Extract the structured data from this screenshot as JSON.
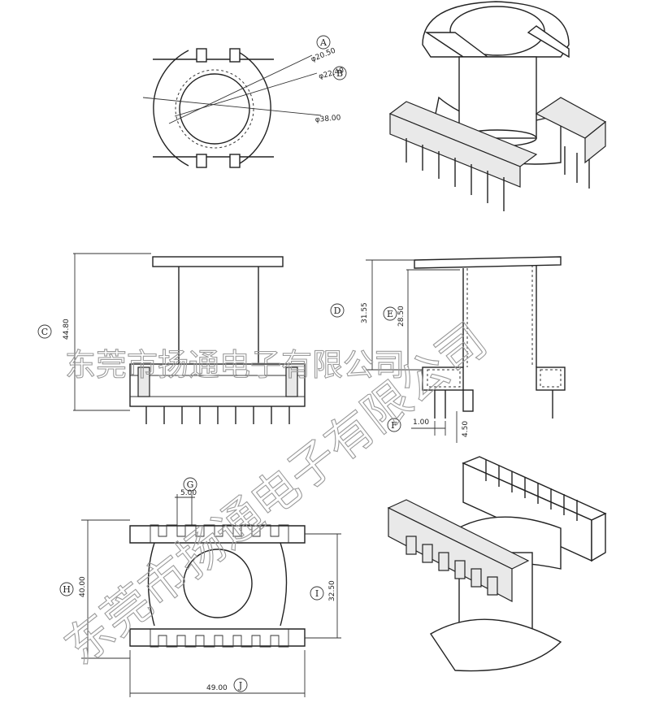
{
  "top_view": {
    "callouts": [
      {
        "letter": "A",
        "value": "φ20.50"
      },
      {
        "letter": "B",
        "value": "φ22.40"
      },
      {
        "letter": "",
        "value": "φ38.00"
      }
    ]
  },
  "front_view": {
    "height_label": "C",
    "height_value": "44.80"
  },
  "section_view": {
    "dims": [
      {
        "letter": "D",
        "value": "31.55"
      },
      {
        "letter": "E",
        "value": "28.50"
      },
      {
        "letter": "F",
        "value": "1.00"
      },
      {
        "letter": "",
        "value": "4.50"
      }
    ]
  },
  "bottom_view": {
    "dims": [
      {
        "letter": "G",
        "value": "5.00"
      },
      {
        "letter": "H",
        "value": "40.00"
      },
      {
        "letter": "I",
        "value": "32.50"
      },
      {
        "letter": "J",
        "value": "49.00"
      }
    ]
  },
  "watermark": {
    "horizontal": "东莞市扬通电子有限公司",
    "diagonal": "东莞市扬通电子有限公司"
  }
}
